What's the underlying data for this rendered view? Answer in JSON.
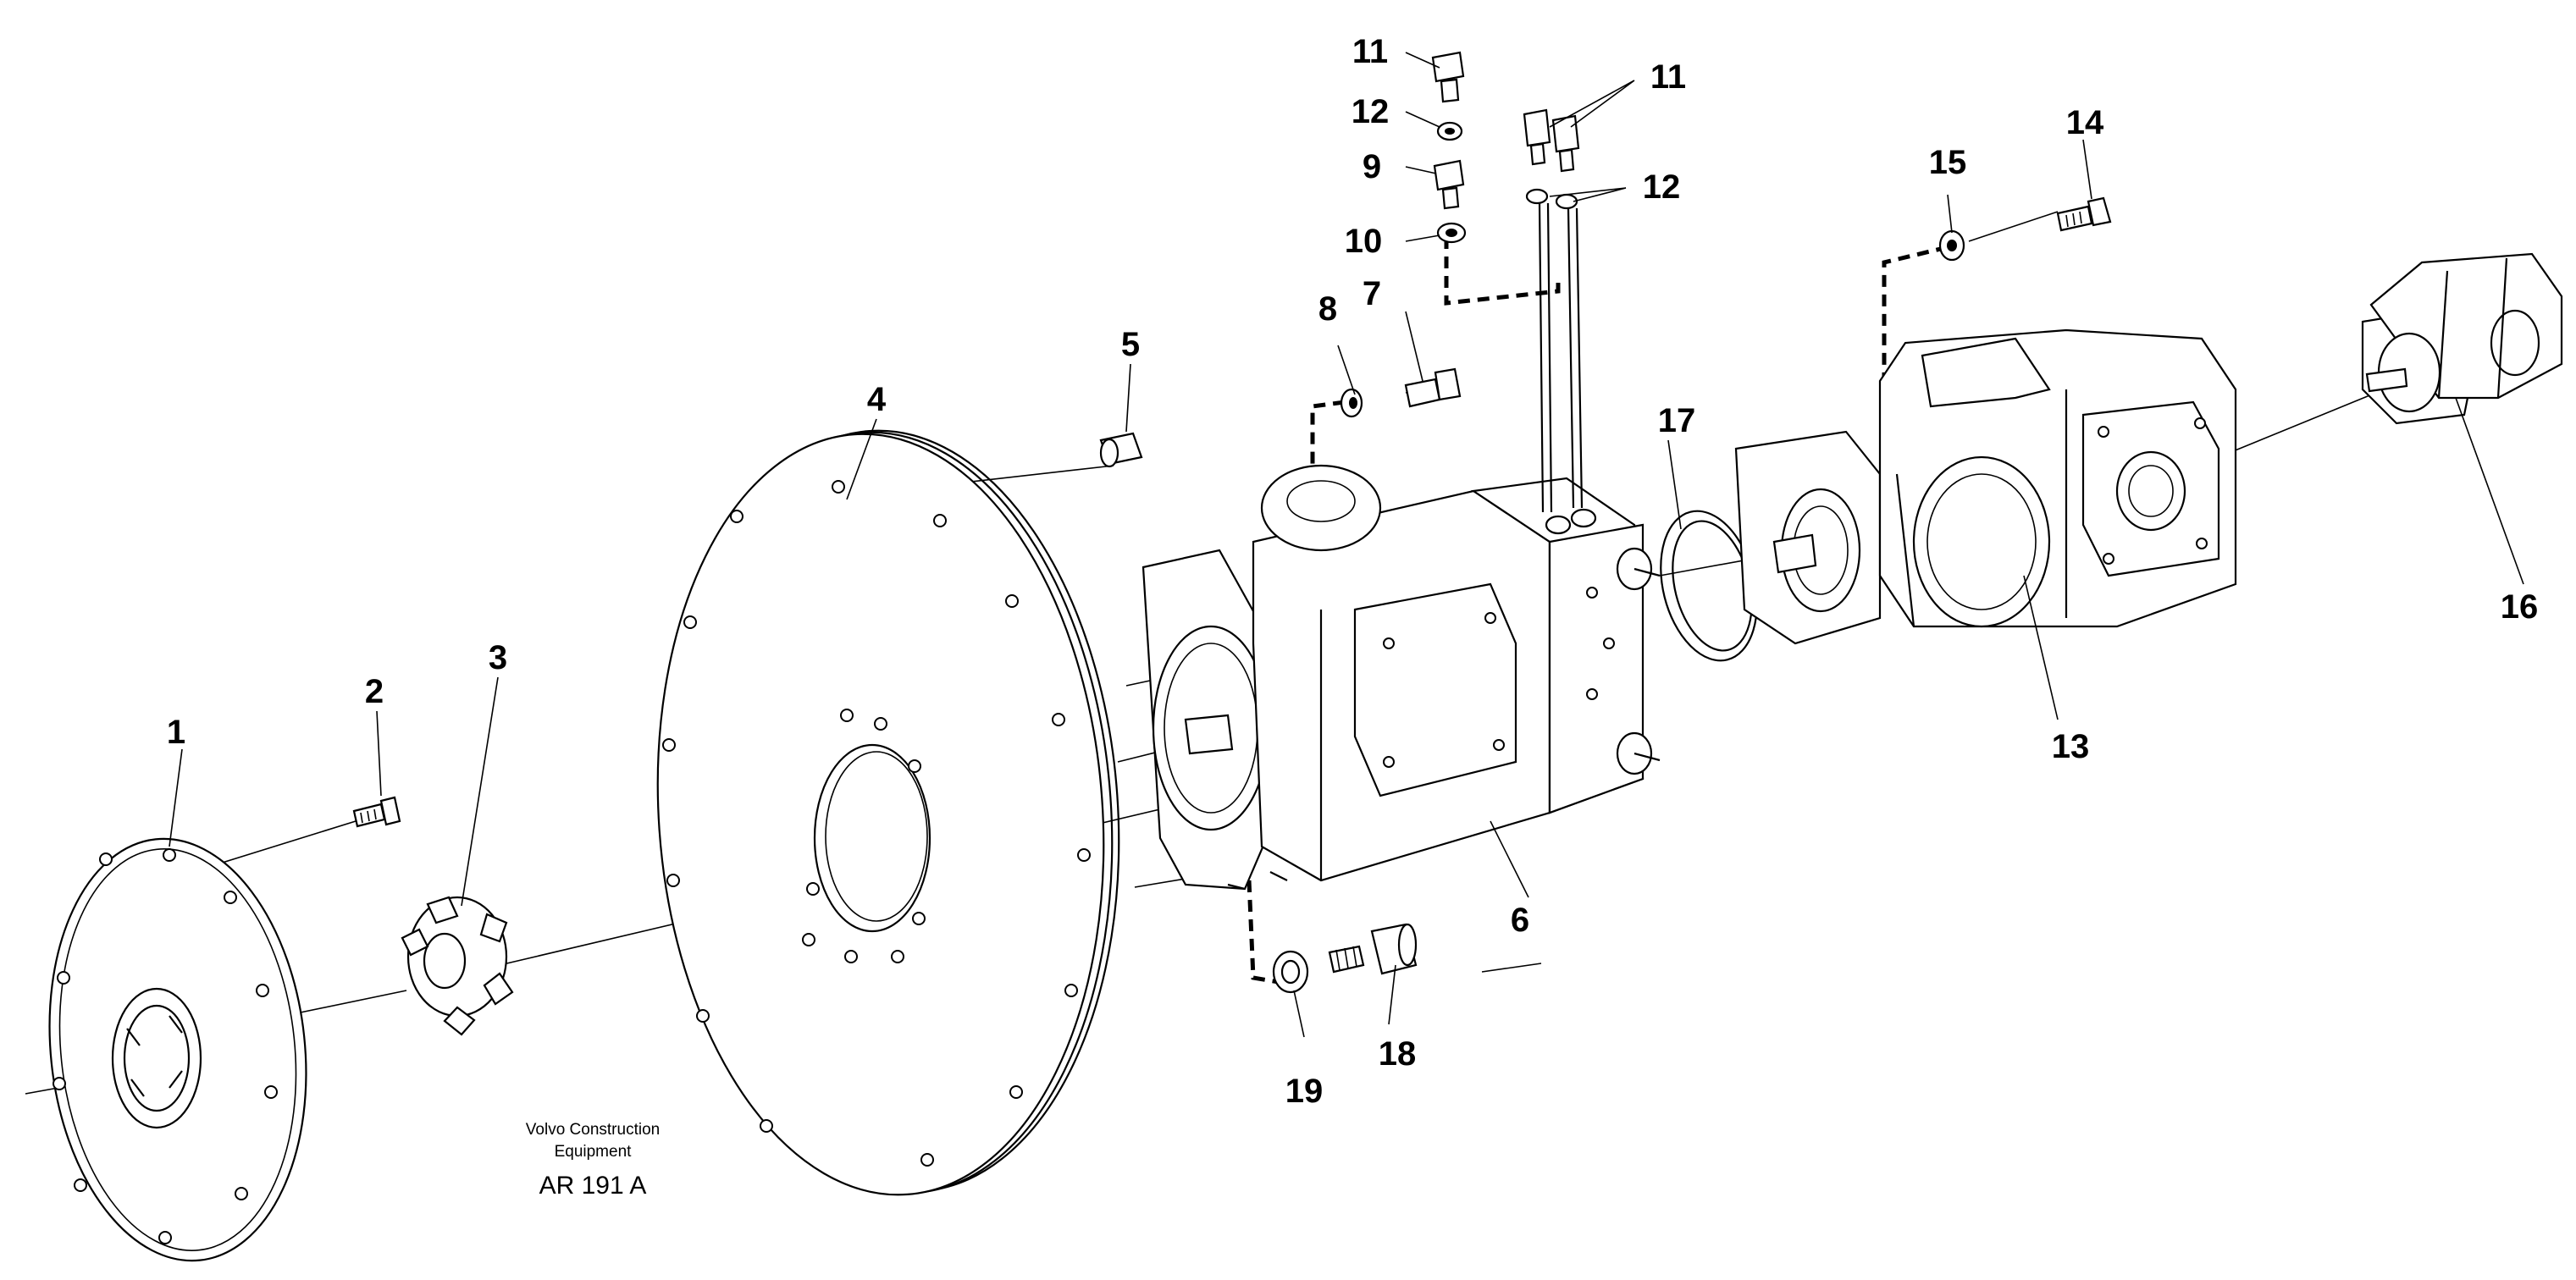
{
  "figure": {
    "part_numbers": [
      "1",
      "2",
      "3",
      "4",
      "5",
      "6",
      "7",
      "8",
      "9",
      "10",
      "11",
      "12",
      "11",
      "12",
      "13",
      "14",
      "15",
      "16",
      "17",
      "18",
      "19"
    ],
    "credit_line1": "Volvo Construction",
    "credit_line2": "Equipment",
    "reference": "AR 191 A"
  }
}
